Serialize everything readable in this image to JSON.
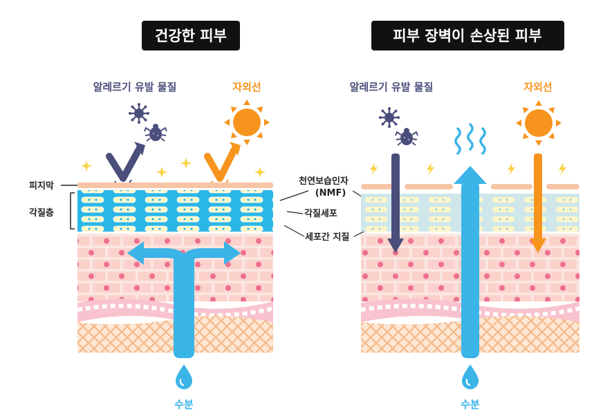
{
  "healthy": {
    "title": "건강한 피부",
    "allergen_label": "알레르기 유발 물질",
    "uv_label": "자외선",
    "water_label": "수분"
  },
  "damaged": {
    "title": "피부 장벽이 손상된 피부",
    "allergen_label": "알레르기 유발 물질",
    "uv_label": "자외선",
    "water_label": "수분"
  },
  "labels": {
    "sebum_film": "피지막",
    "stratum_corneum": "각질층",
    "nmf_line1": "천연보습인자",
    "nmf_line2": "(NMF)",
    "corneocyte": "각질세포",
    "intercellular_lipid": "세포간 지질"
  },
  "colors": {
    "title_bg": "#111111",
    "allergen_text": "#4a4e7a",
    "uv_orange": "#f7941d",
    "water_blue": "#3bb4e8",
    "sun_yellow": "#f7941d",
    "skin_pink": "#fbdcd6",
    "cell_dot": "#ee6f8f",
    "sebum": "#f6c5a6",
    "corneum_blue": "#2bb7e6",
    "damaged_corneum": "#cfe7ea",
    "dermis_pattern": "#f6c9a2"
  },
  "icons": [
    "virus-icon",
    "dust-mite-icon",
    "sun-icon",
    "sparkle-icon",
    "water-drop-icon",
    "heat-wave-icon",
    "lightning-icon"
  ]
}
